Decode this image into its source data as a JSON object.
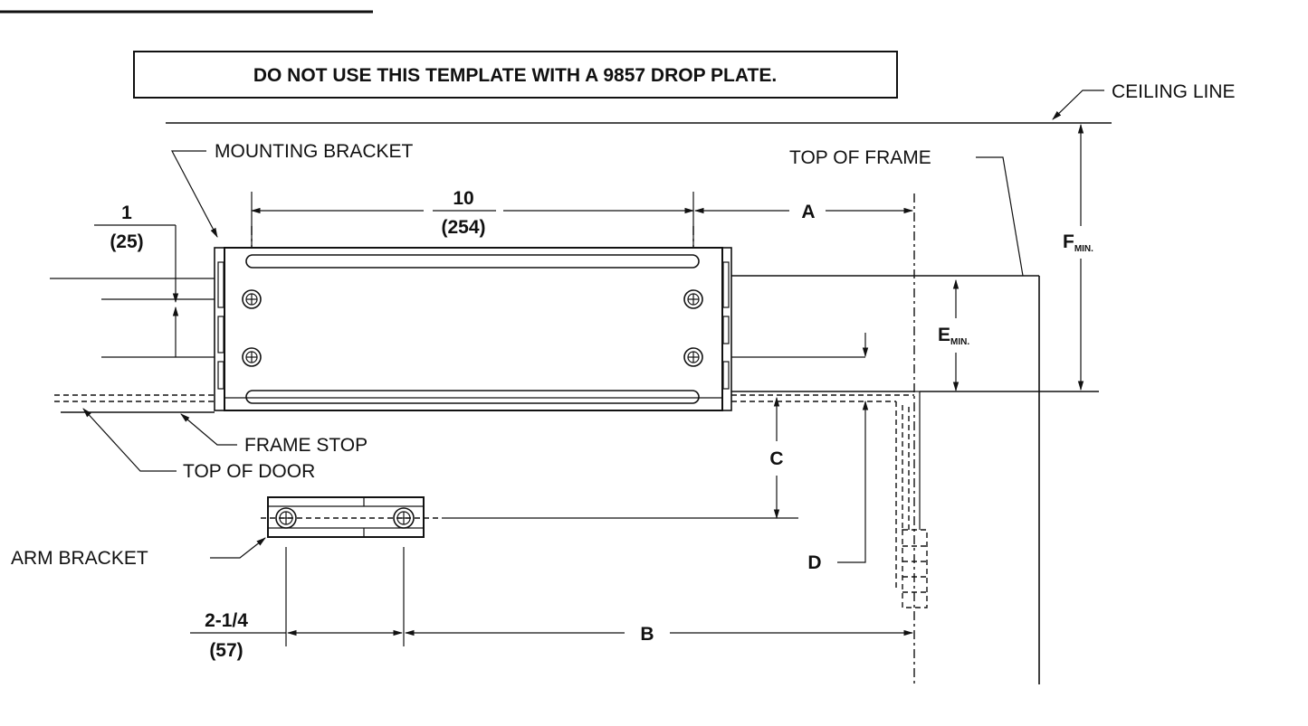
{
  "warning": "DO NOT USE THIS TEMPLATE WITH A 9857 DROP PLATE.",
  "labels": {
    "ceiling_line": "CEILING LINE",
    "mounting_bracket": "MOUNTING BRACKET",
    "top_of_frame": "TOP OF FRAME",
    "frame_stop": "FRAME STOP",
    "top_of_door": "TOP OF DOOR",
    "arm_bracket": "ARM BRACKET"
  },
  "dimensions": {
    "d10_in": "10",
    "d10_mm": "(254)",
    "d1_in": "1",
    "d1_mm": "(25)",
    "d214_in": "2-1/4",
    "d214_mm": "(57)",
    "a": "A",
    "b": "B",
    "c": "C",
    "d": "D",
    "e_main": "E",
    "e_sub": "MIN.",
    "f_main": "F",
    "f_sub": "MIN."
  }
}
